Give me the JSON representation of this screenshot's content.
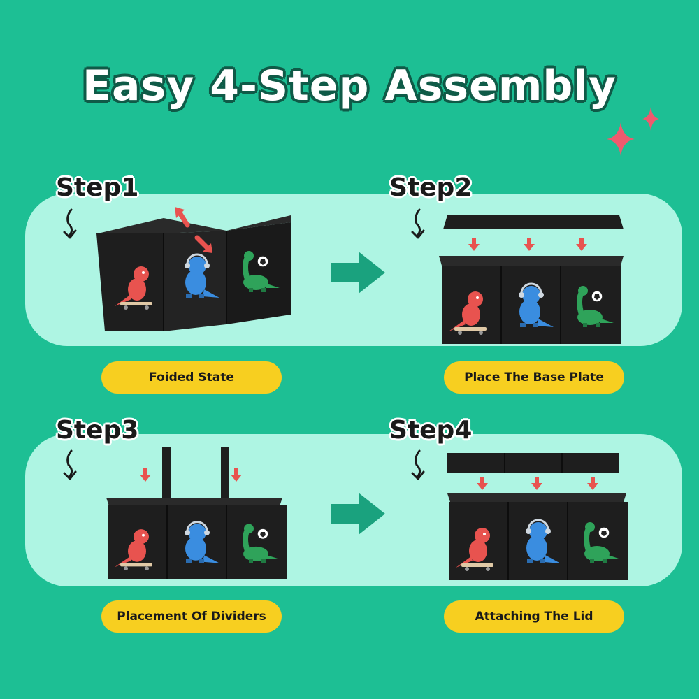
{
  "title": "Easy 4-Step Assembly",
  "colors": {
    "background": "#1dbf94",
    "panel": "#aef5e3",
    "pill": "#f7cf20",
    "box": "#1e1e1e",
    "arrow": "#1aa27e",
    "accent_red": "#e8534f"
  },
  "steps": [
    {
      "label": "Step1",
      "caption": "Foided State"
    },
    {
      "label": "Step2",
      "caption": "Place The Base Plate"
    },
    {
      "label": "Step3",
      "caption": "Placement Of Dividers"
    },
    {
      "label": "Step4",
      "caption": "Attaching The Lid"
    }
  ]
}
